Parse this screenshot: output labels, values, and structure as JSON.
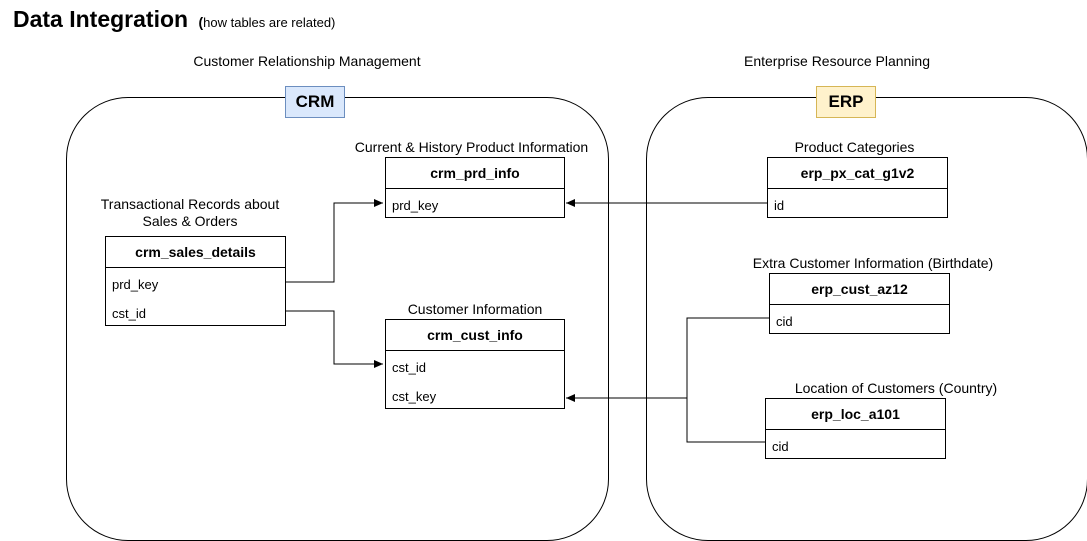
{
  "page": {
    "title": "Data Integration",
    "subtitle_paren_open": "(",
    "subtitle_text": "how tables are related)"
  },
  "colors": {
    "crm_fill": "#dae8fc",
    "crm_border": "#6c8ebf",
    "erp_fill": "#fff2cc",
    "erp_border": "#d6b656",
    "line": "#000000"
  },
  "crm": {
    "caption": "Customer Relationship Management",
    "badge": "CRM",
    "tables": {
      "sales_details": {
        "caption_line1": "Transactional Records about",
        "caption_line2": "Sales & Orders",
        "name": "crm_sales_details",
        "fields": [
          "prd_key",
          "cst_id"
        ]
      },
      "prd_info": {
        "caption": "Current & History Product Information",
        "name": "crm_prd_info",
        "fields": [
          "prd_key"
        ]
      },
      "cust_info": {
        "caption": "Customer Information",
        "name": "crm_cust_info",
        "fields": [
          "cst_id",
          "cst_key"
        ]
      }
    }
  },
  "erp": {
    "caption": "Enterprise Resource Planning",
    "badge": "ERP",
    "tables": {
      "px_cat": {
        "caption": "Product Categories",
        "name": "erp_px_cat_g1v2",
        "fields": [
          "id"
        ]
      },
      "cust_az12": {
        "caption": "Extra Customer Information (Birthdate)",
        "name": "erp_cust_az12",
        "fields": [
          "cid"
        ]
      },
      "loc_a101": {
        "caption": "Location of Customers (Country)",
        "name": "erp_loc_a101",
        "fields": [
          "cid"
        ]
      }
    }
  },
  "relations": [
    {
      "from": "crm_sales_details.prd_key",
      "to": "crm_prd_info.prd_key"
    },
    {
      "from": "crm_sales_details.cst_id",
      "to": "crm_cust_info.cst_id"
    },
    {
      "from": "erp_px_cat_g1v2.id",
      "to": "crm_prd_info.prd_key"
    },
    {
      "from": "erp_cust_az12.cid",
      "to": "crm_cust_info.cst_key"
    },
    {
      "from": "erp_loc_a101.cid",
      "to": "crm_cust_info.cst_key"
    }
  ]
}
